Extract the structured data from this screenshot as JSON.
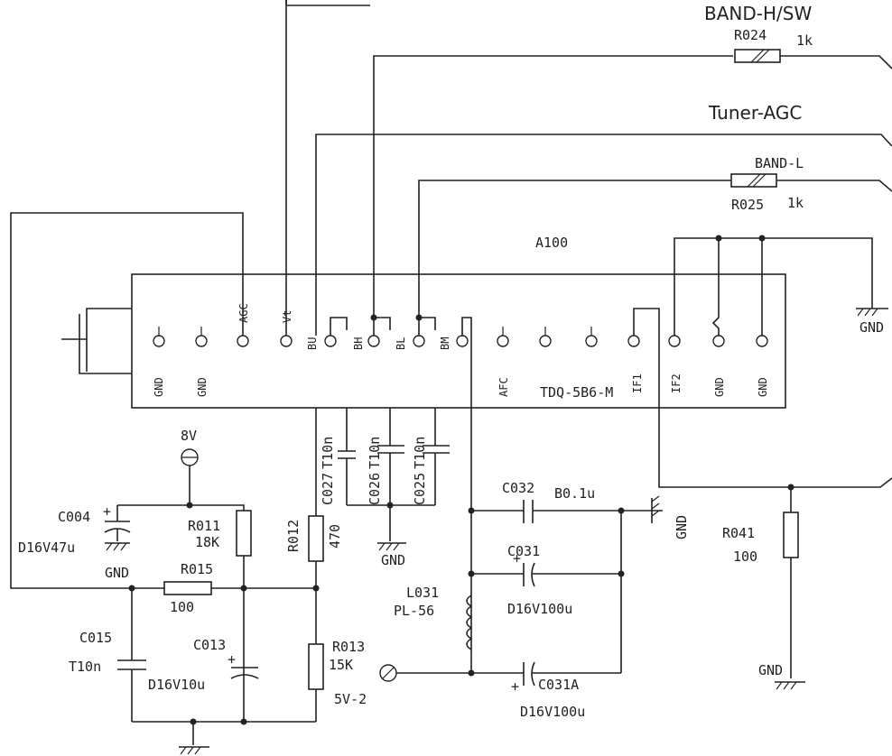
{
  "signals": {
    "band_h_sw": "BAND-H/SW",
    "tuner_agc": "Tuner-AGC",
    "band_l": "BAND-L"
  },
  "module": {
    "ref": "A100",
    "part": "TDQ-5B6-M",
    "pins": {
      "gnd1": "GND",
      "gnd2": "GND",
      "agc": "AGC",
      "vt": "Vt",
      "bu": "BU",
      "bh": "BH",
      "bl": "BL",
      "bm": "BM",
      "afc": "AFC",
      "if1": "IF1",
      "if2": "IF2",
      "gnd3": "GND",
      "gnd4": "GND"
    }
  },
  "components": {
    "r024": {
      "ref": "R024",
      "value": "1k"
    },
    "r025": {
      "ref": "R025",
      "value": "1k"
    },
    "c027": {
      "ref": "C027",
      "value": "T10n"
    },
    "c026": {
      "ref": "C026",
      "value": "T10n"
    },
    "c025": {
      "ref": "C025",
      "value": "T10n"
    },
    "c032": {
      "ref": "C032",
      "value": "B0.1u"
    },
    "c031": {
      "ref": "C031",
      "value": "D16V100u"
    },
    "c031a": {
      "ref": "C031A",
      "value": "D16V100u"
    },
    "l031": {
      "ref": "L031",
      "value": "PL-56"
    },
    "r041": {
      "ref": "R041",
      "value": "100"
    },
    "c004": {
      "ref": "C004",
      "value": "D16V47u"
    },
    "r011": {
      "ref": "R011",
      "value": "18K"
    },
    "r012": {
      "ref": "R012",
      "value": "470"
    },
    "r015": {
      "ref": "R015",
      "value": "100"
    },
    "c015": {
      "ref": "C015",
      "value": "T10n"
    },
    "c013": {
      "ref": "C013",
      "value": "D16V10u"
    },
    "r013": {
      "ref": "R013",
      "value": "15K"
    }
  },
  "power": {
    "v8": "8V",
    "v5": "5V-2"
  },
  "grounds": {
    "gnd_label": "GND"
  },
  "polarity": {
    "plus": "+"
  }
}
